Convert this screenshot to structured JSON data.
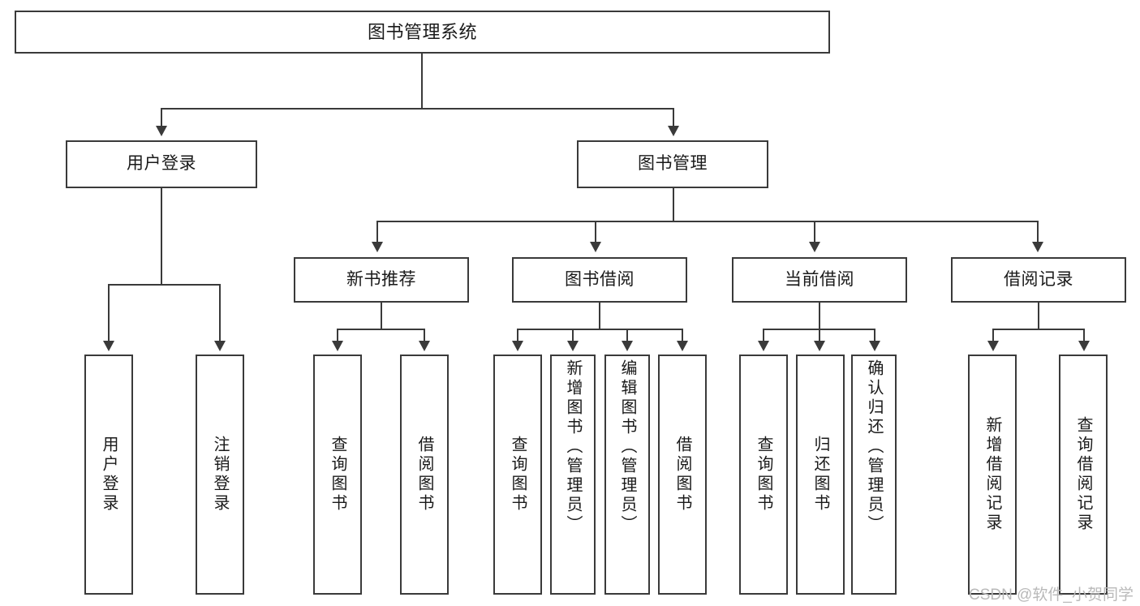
{
  "diagram": {
    "type": "hierarchy-tree",
    "title": "图书管理系统",
    "orientation": "top-down",
    "colors": {
      "box_border": "#3a3a3a",
      "box_fill": "#ffffff",
      "connector": "#3a3a3a",
      "text": "#1a1a1a",
      "watermark": "#b9b9b9",
      "background": "#ffffff"
    }
  },
  "root": {
    "label": "图书管理系统"
  },
  "level2": [
    {
      "id": "user-login",
      "label": "用户登录"
    },
    {
      "id": "book-management",
      "label": "图书管理"
    }
  ],
  "level3": [
    {
      "id": "new-book-recommend",
      "label": "新书推荐"
    },
    {
      "id": "book-borrow",
      "label": "图书借阅"
    },
    {
      "id": "current-borrow",
      "label": "当前借阅"
    },
    {
      "id": "borrow-record",
      "label": "借阅记录"
    }
  ],
  "leaves": {
    "user_login": [
      {
        "id": "leaf-user-login",
        "label": "用户登录"
      },
      {
        "id": "leaf-logout-login",
        "label": "注销登录"
      }
    ],
    "new_book_recommend": [
      {
        "id": "leaf-query-book-1",
        "label": "查询图书"
      },
      {
        "id": "leaf-borrow-book-1",
        "label": "借阅图书"
      }
    ],
    "book_borrow": [
      {
        "id": "leaf-query-book-2",
        "label": "查询图书"
      },
      {
        "id": "leaf-add-book",
        "label": "新增图书（管理员）"
      },
      {
        "id": "leaf-edit-book",
        "label": "编辑图书（管理员）"
      },
      {
        "id": "leaf-borrow-book-2",
        "label": "借阅图书"
      }
    ],
    "current_borrow": [
      {
        "id": "leaf-query-book-3",
        "label": "查询图书"
      },
      {
        "id": "leaf-return-book",
        "label": "归还图书"
      },
      {
        "id": "leaf-confirm-return",
        "label": "确认归还（管理员）"
      }
    ],
    "borrow_record": [
      {
        "id": "leaf-add-record",
        "label": "新增借阅记录"
      },
      {
        "id": "leaf-query-record",
        "label": "查询借阅记录"
      }
    ]
  },
  "watermark": {
    "text": "CSDN @软件_小贺同学"
  }
}
